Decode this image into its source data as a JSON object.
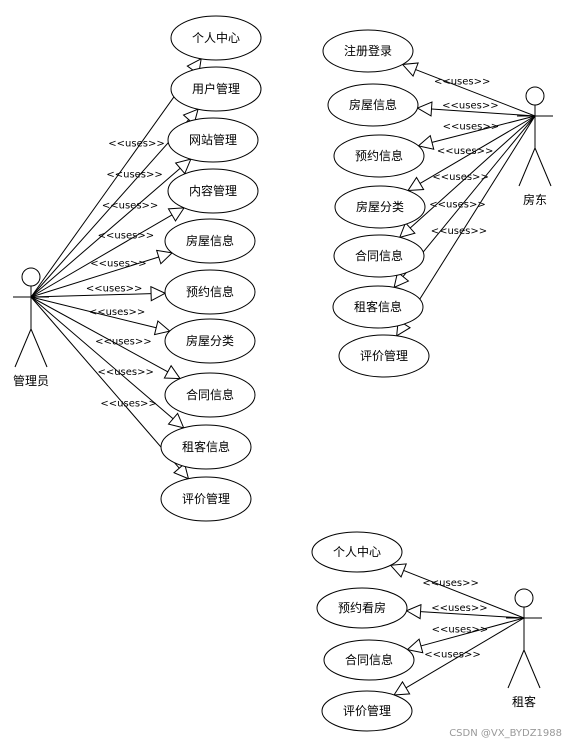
{
  "diagram": {
    "actors": [
      {
        "id": "admin",
        "label": "管理员"
      },
      {
        "id": "landlord",
        "label": "房东"
      },
      {
        "id": "tenant",
        "label": "租客"
      }
    ],
    "use_cases": [
      {
        "id": "a1",
        "label": "个人中心"
      },
      {
        "id": "a2",
        "label": "用户管理"
      },
      {
        "id": "a3",
        "label": "网站管理"
      },
      {
        "id": "a4",
        "label": "内容管理"
      },
      {
        "id": "a5",
        "label": "房屋信息"
      },
      {
        "id": "a6",
        "label": "预约信息"
      },
      {
        "id": "a7",
        "label": "房屋分类"
      },
      {
        "id": "a8",
        "label": "合同信息"
      },
      {
        "id": "a9",
        "label": "租客信息"
      },
      {
        "id": "a10",
        "label": "评价管理"
      },
      {
        "id": "l1",
        "label": "注册登录"
      },
      {
        "id": "l2",
        "label": "房屋信息"
      },
      {
        "id": "l3",
        "label": "预约信息"
      },
      {
        "id": "l4",
        "label": "房屋分类"
      },
      {
        "id": "l5",
        "label": "合同信息"
      },
      {
        "id": "l6",
        "label": "租客信息"
      },
      {
        "id": "l7",
        "label": "评价管理"
      },
      {
        "id": "t1",
        "label": "个人中心"
      },
      {
        "id": "t2",
        "label": "预约看房"
      },
      {
        "id": "t3",
        "label": "合同信息"
      },
      {
        "id": "t4",
        "label": "评价管理"
      }
    ],
    "relation_label": "<<uses>>",
    "associations": [
      {
        "actor": "admin",
        "targets": [
          "a1",
          "a2",
          "a3",
          "a4",
          "a5",
          "a6",
          "a7",
          "a8",
          "a9",
          "a10"
        ]
      },
      {
        "actor": "landlord",
        "targets": [
          "l1",
          "l2",
          "l3",
          "l4",
          "l5",
          "l6",
          "l7"
        ]
      },
      {
        "actor": "tenant",
        "targets": [
          "t1",
          "t2",
          "t3",
          "t4"
        ]
      }
    ]
  },
  "watermark": "CSDN @VX_BYDZ1988"
}
